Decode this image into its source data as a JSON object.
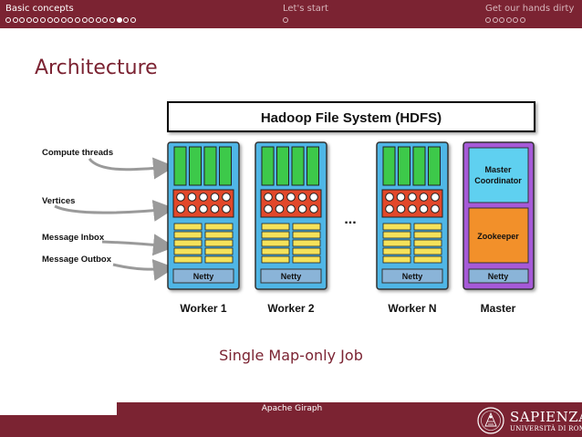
{
  "nav": {
    "sections": [
      {
        "label": "Basic concepts",
        "active": true,
        "dots_done": 16,
        "dots_current": 1,
        "dots_after": 2
      },
      {
        "label": "Let's start",
        "active": false,
        "dots_done": 0,
        "dots_current": 0,
        "dots_after": 1
      },
      {
        "label": "Get our hands dirty",
        "active": false,
        "dots_done": 0,
        "dots_current": 0,
        "dots_after": 6
      }
    ]
  },
  "slide": {
    "title": "Architecture",
    "caption": "Single Map-only Job"
  },
  "diagram": {
    "hdfs_label": "Hadoop File System (HDFS)",
    "side_labels": [
      "Compute threads",
      "Vertices",
      "Message Inbox",
      "Message Outbox"
    ],
    "workers": [
      {
        "name": "Worker 1",
        "netty": "Netty"
      },
      {
        "name": "Worker 2",
        "netty": "Netty"
      },
      {
        "name": "Worker N",
        "netty": "Netty"
      }
    ],
    "ellipsis": "...",
    "master": {
      "name": "Master",
      "coordinator": "Master\nCoordinator",
      "coordinator_line1": "Master",
      "coordinator_line2": "Coordinator",
      "zookeeper": "Zookeeper",
      "netty": "Netty"
    },
    "colors": {
      "worker_bg": "#4fb6e6",
      "thread": "#3dc94a",
      "vertex_bg": "#e2482a",
      "message": "#f5e25a",
      "netty": "#8ab4d8",
      "master_bg": "#a65ad8",
      "coordinator": "#5fd0f0",
      "zookeeper": "#f2902a"
    }
  },
  "footer": {
    "center": "Apache Giraph",
    "logo_word": "SAPIENZA",
    "logo_sub": "UNIVERSITÀ DI ROMA"
  }
}
